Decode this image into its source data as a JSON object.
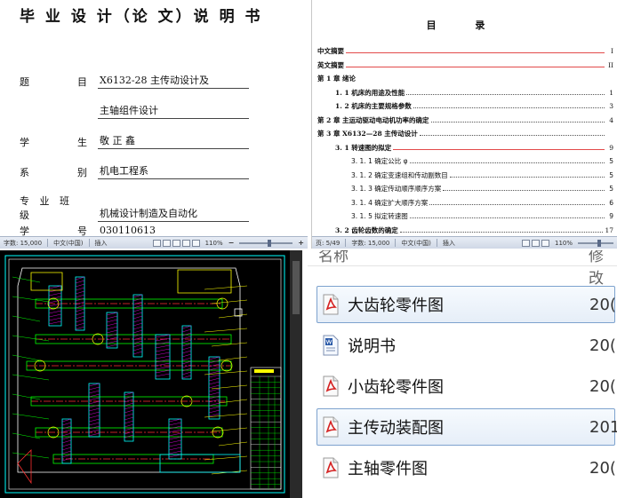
{
  "cover": {
    "title": "毕 业 设 计（论 文）说 明 书",
    "rows": [
      {
        "label_a": "题",
        "label_b": "目",
        "value": "X6132-28 主传动设计及"
      },
      {
        "label_a": "",
        "label_b": "",
        "value": "主轴组件设计"
      },
      {
        "label_a": "学",
        "label_b": "生",
        "value": "敬 正 鑫"
      },
      {
        "label_a": "系",
        "label_b": "别",
        "value": "机电工程系"
      },
      {
        "label_a": "专 业 班 级",
        "label_b": "",
        "value": "机械设计制造及自动化"
      },
      {
        "label_a": "学",
        "label_b": "号",
        "value": "030110613"
      }
    ],
    "status": {
      "words": "字数: 15,000",
      "lang": "中文(中国)",
      "mode": "插入",
      "zoom": "110%"
    }
  },
  "toc": {
    "heading": "目    录",
    "items": [
      {
        "level": 1,
        "text": "中文摘要",
        "page": "I",
        "red": true
      },
      {
        "level": 1,
        "text": "英文摘要",
        "page": "II",
        "red": true
      },
      {
        "level": 1,
        "text": "第 1 章   绪论",
        "page": "",
        "red": false,
        "nodots": true
      },
      {
        "level": 2,
        "text": "1. 1 机床的用途及性能",
        "page": "1",
        "red": false
      },
      {
        "level": 2,
        "text": "1. 2 机床的主要规格参数",
        "page": "3",
        "red": false
      },
      {
        "level": 1,
        "text": "第 2 章   主运动驱动电动机功率的确定",
        "page": "4",
        "red": false
      },
      {
        "level": 1,
        "text": "第 3 章   X6132—28 主传动设计",
        "page": "",
        "red": false
      },
      {
        "level": 2,
        "text": "3. 1 转速图的拟定",
        "page": "9",
        "red": true
      },
      {
        "level": 3,
        "text": "3. 1. 1 确定公比 φ",
        "page": "5",
        "red": false
      },
      {
        "level": 3,
        "text": "3. 1. 2 确定变速组和传动副数目",
        "page": "5",
        "red": false
      },
      {
        "level": 3,
        "text": "3. 1. 3 确定传动顺序顺序方案",
        "page": "5",
        "red": false
      },
      {
        "level": 3,
        "text": "3. 1. 4 确定扩大顺序方案",
        "page": "6",
        "red": false
      },
      {
        "level": 3,
        "text": "3. 1. 5 拟定转速图",
        "page": "9",
        "red": false
      },
      {
        "level": 2,
        "text": "3. 2 齿轮齿数的确定",
        "page": "17",
        "red": false
      }
    ],
    "status": {
      "pages": "页: 5/49",
      "words": "字数: 15,000",
      "lang": "中文(中国)",
      "mode": "插入",
      "zoom": "110%"
    }
  },
  "files": {
    "header_name": "名称",
    "header_modified": "修改",
    "items": [
      {
        "name": "大齿轮零件图",
        "date": "20(",
        "icon": "pdf-icon",
        "selected": true
      },
      {
        "name": "说明书",
        "date": "20(",
        "icon": "word-doc-icon",
        "selected": false
      },
      {
        "name": "小齿轮零件图",
        "date": "20(",
        "icon": "pdf-icon",
        "selected": false
      },
      {
        "name": "主传动装配图",
        "date": "201",
        "icon": "pdf-icon",
        "selected": true
      },
      {
        "name": "主轴零件图",
        "date": "20(",
        "icon": "pdf-icon",
        "selected": false
      }
    ]
  },
  "colors": {
    "cad_bg": "#000000",
    "cad_green": "#00ff00",
    "cad_cyan": "#00ffff",
    "cad_yellow": "#ffff00",
    "cad_red": "#ff3030",
    "cad_magenta": "#ff00ff",
    "pdf_red": "#d42020",
    "selection": "#7da2ce"
  }
}
